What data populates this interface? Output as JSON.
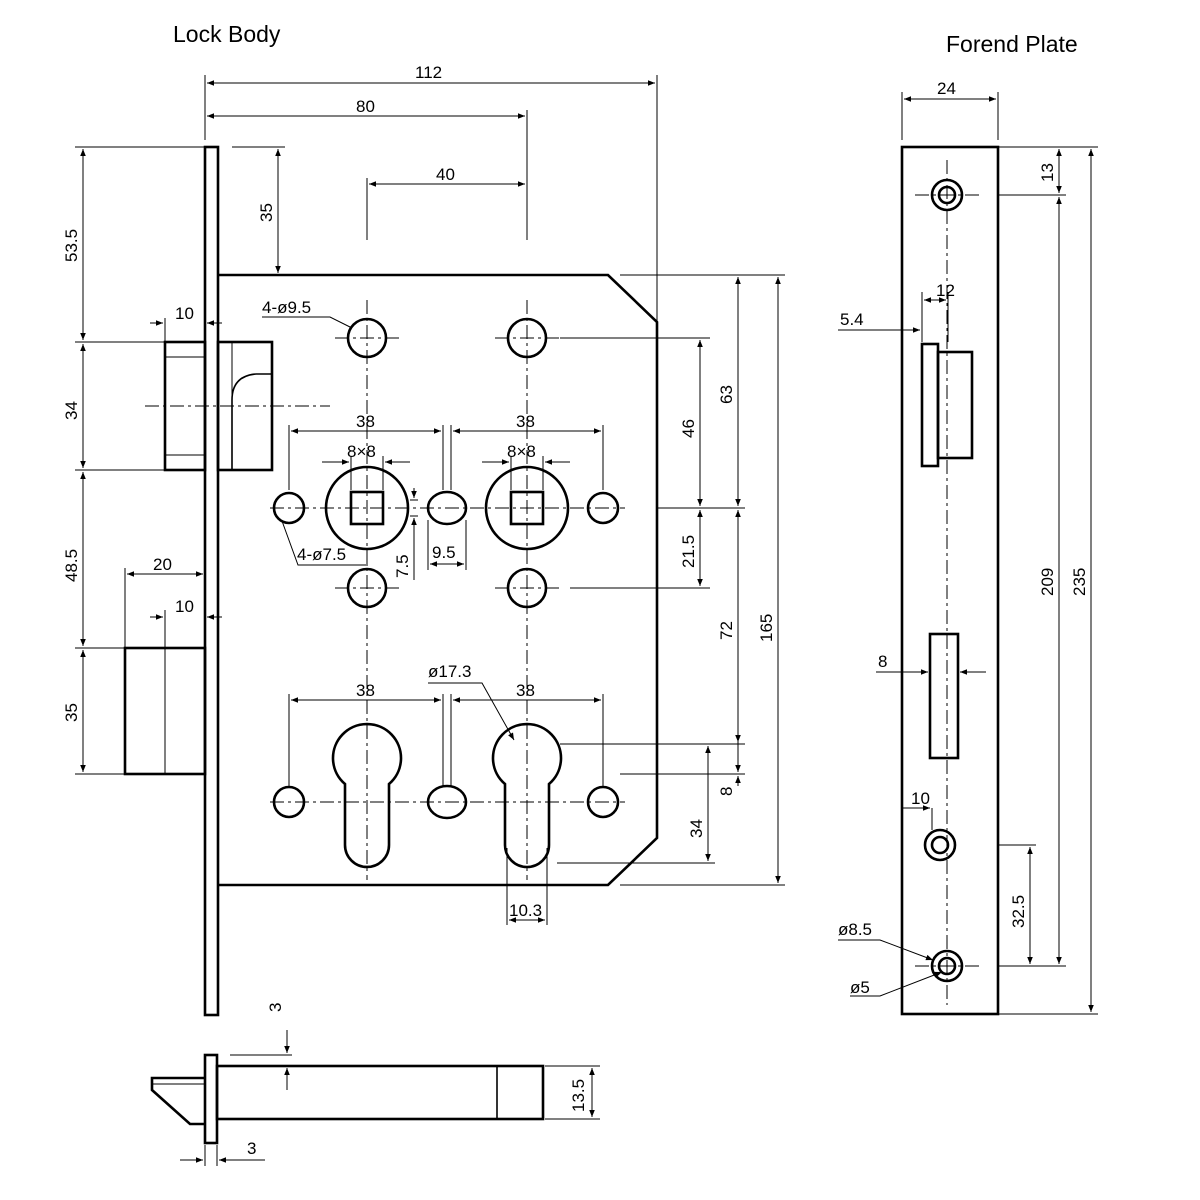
{
  "titles": {
    "lock_body": "Lock Body",
    "forend_plate": "Forend Plate"
  },
  "dimensions": {
    "lock_body": {
      "d112": "112",
      "d80": "80",
      "d40": "40",
      "d35_top": "35",
      "d53_5": "53.5",
      "d10_latch": "10",
      "d34_latch": "34",
      "d48_5": "48.5",
      "d20": "20",
      "d10_bolt": "10",
      "d35_bolt": "35",
      "holes_9_5": "4-ø9.5",
      "d38_a": "38",
      "d38_b": "38",
      "sq_a": "8×8",
      "sq_b": "8×8",
      "holes_7_5": "4-ø7.5",
      "d7_5": "7.5",
      "d9_5": "9.5",
      "d46": "46",
      "d63": "63",
      "d21_5": "21.5",
      "d72": "72",
      "d165": "165",
      "d38_c": "38",
      "d38_d": "38",
      "d17_3": "ø17.3",
      "d8": "8",
      "d34_cyl": "34",
      "d10_3": "10.3"
    },
    "bolt_side": {
      "d3_top": "3",
      "d13_5": "13.5",
      "d3_bottom": "3"
    },
    "forend": {
      "d24": "24",
      "d13": "13",
      "d12": "12",
      "d5_4": "5.4",
      "d209": "209",
      "d235": "235",
      "d8": "8",
      "d10": "10",
      "d32_5": "32.5",
      "d8_5": "ø8.5",
      "d5": "ø5"
    }
  }
}
